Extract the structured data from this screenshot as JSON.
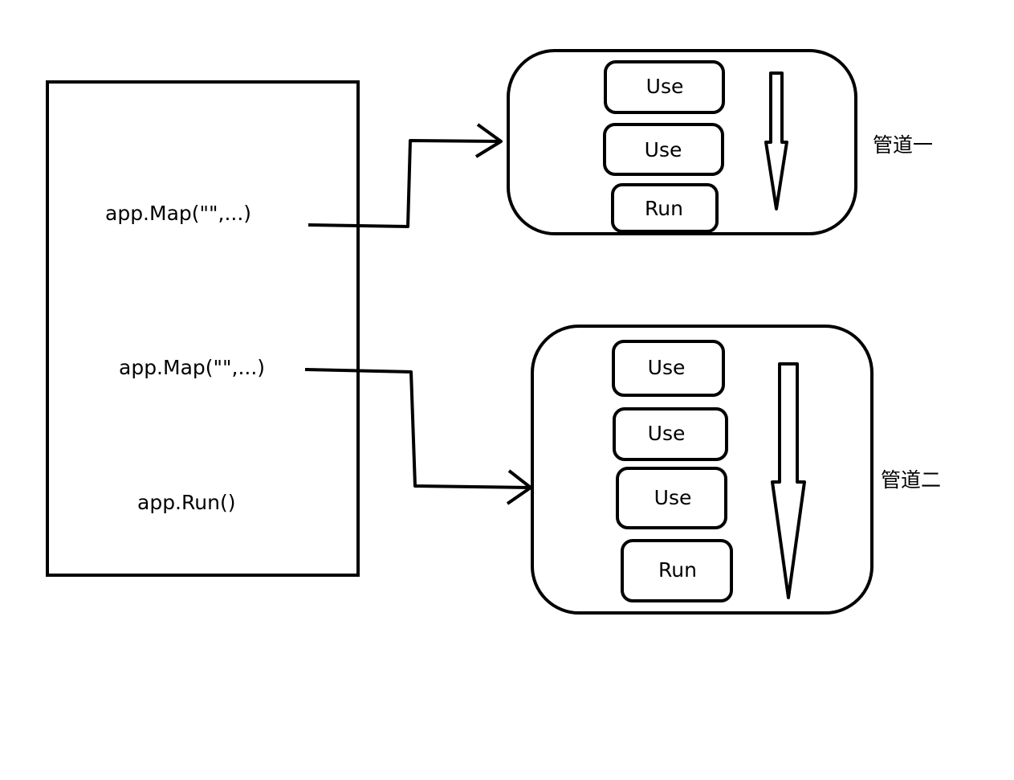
{
  "app_box": {
    "lines": [
      "app.Map(\"\",...)",
      "app.Map(\"\",...)",
      "app.Run()"
    ]
  },
  "pipeline_one": {
    "label": "管道一",
    "steps": [
      "Use",
      "Use",
      "Run"
    ]
  },
  "pipeline_two": {
    "label": "管道二",
    "steps": [
      "Use",
      "Use",
      "Use",
      "Run"
    ]
  }
}
